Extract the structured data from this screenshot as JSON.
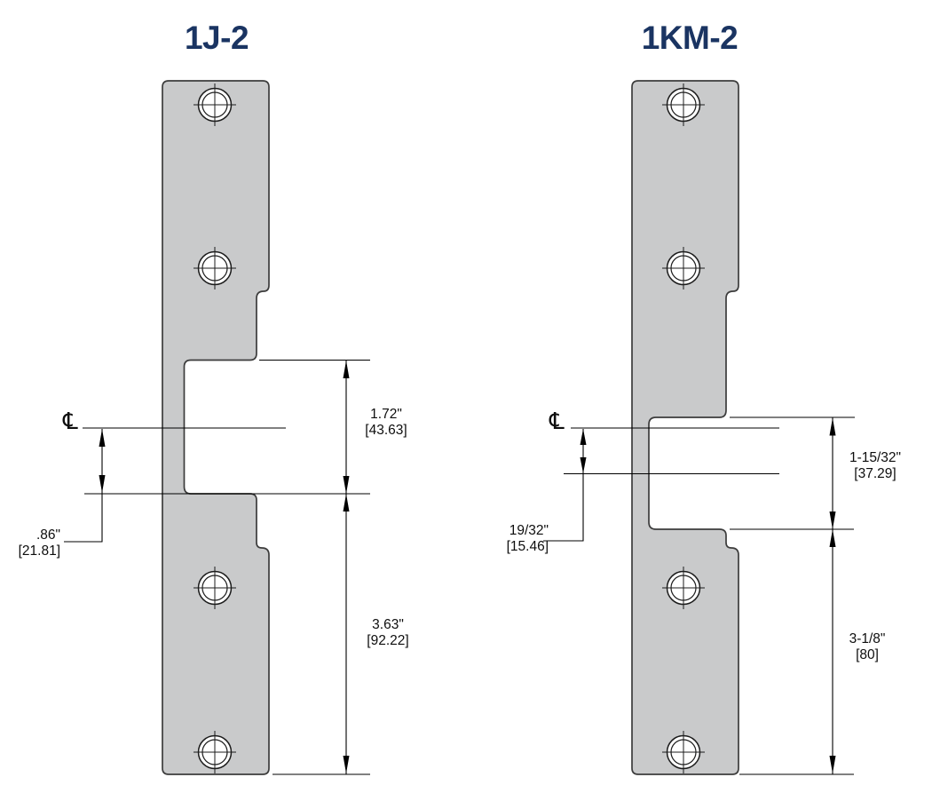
{
  "figures": [
    {
      "title": "1J-2",
      "centerline_symbol": "℄",
      "dims": {
        "notch": {
          "in": "1.72\"",
          "mm": "[43.63]"
        },
        "offset": {
          "in": ".86\"",
          "mm": "[21.81]"
        },
        "lower": {
          "in": "3.63\"",
          "mm": "[92.22]"
        }
      }
    },
    {
      "title": "1KM-2",
      "centerline_symbol": "℄",
      "dims": {
        "notch": {
          "in": "1-15/32\"",
          "mm": "[37.29]"
        },
        "offset": {
          "in": "19/32\"",
          "mm": "[15.46]"
        },
        "lower": {
          "in": "3-1/8\"",
          "mm": "[80]"
        }
      }
    }
  ],
  "colors": {
    "title_navy": "#1a3462",
    "plate_fill": "#c9cacb",
    "plate_outline": "#3c3c3c",
    "dimension_line": "#000000"
  }
}
